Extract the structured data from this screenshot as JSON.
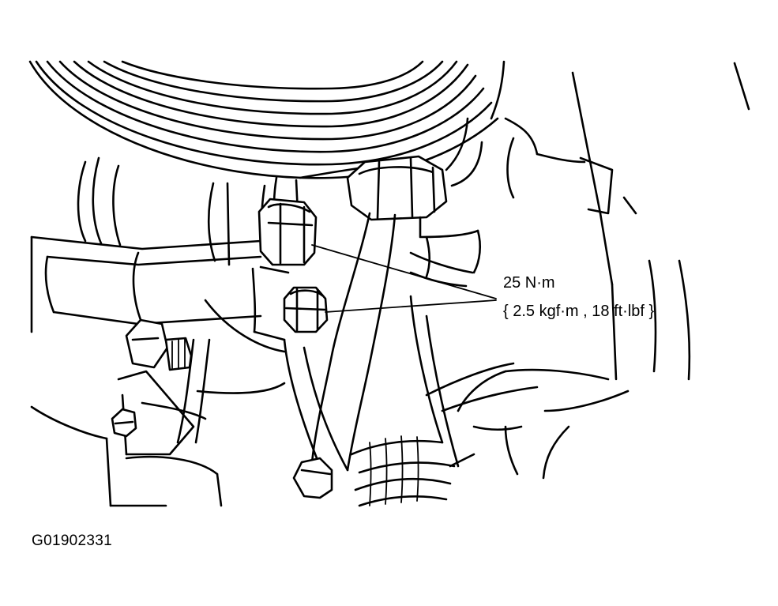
{
  "callout": {
    "torque_nm": "25 N·m",
    "torque_alt": "{ 2.5 kgf·m , 18 ft·lbf }"
  },
  "figure": {
    "id": "G01902331"
  },
  "colors": {
    "ink": "#000000",
    "paper": "#ffffff"
  }
}
